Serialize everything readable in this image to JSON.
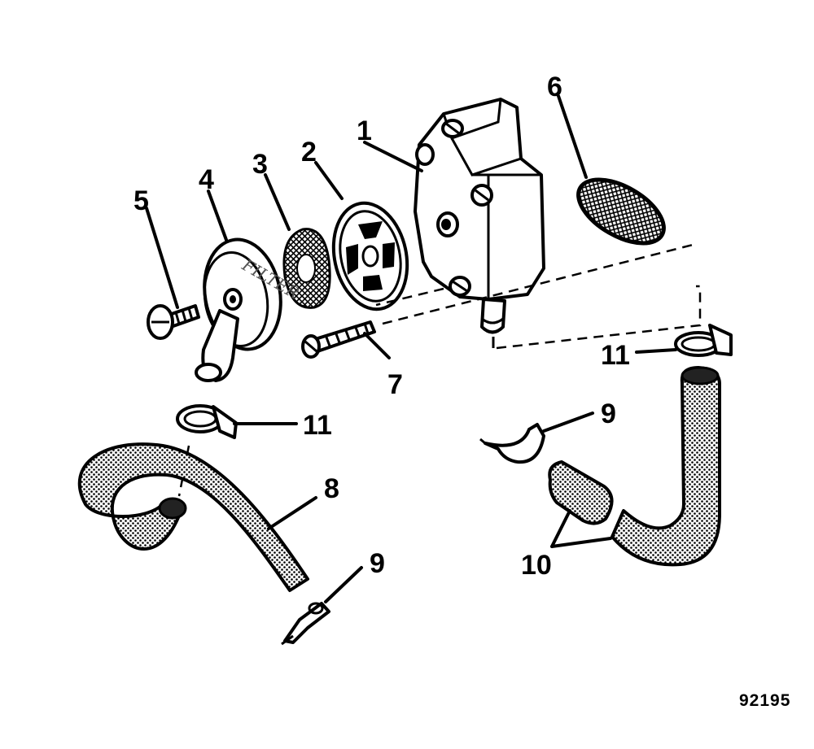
{
  "diagram": {
    "drawing_number": "92195",
    "filter_cover_text": "FILTER",
    "callouts": {
      "c1": "1",
      "c2": "2",
      "c3": "3",
      "c4": "4",
      "c5": "5",
      "c6": "6",
      "c7": "7",
      "c8": "8",
      "c9_left": "9",
      "c9_right": "9",
      "c10": "10",
      "c11_left": "11",
      "c11_right": "11"
    }
  }
}
